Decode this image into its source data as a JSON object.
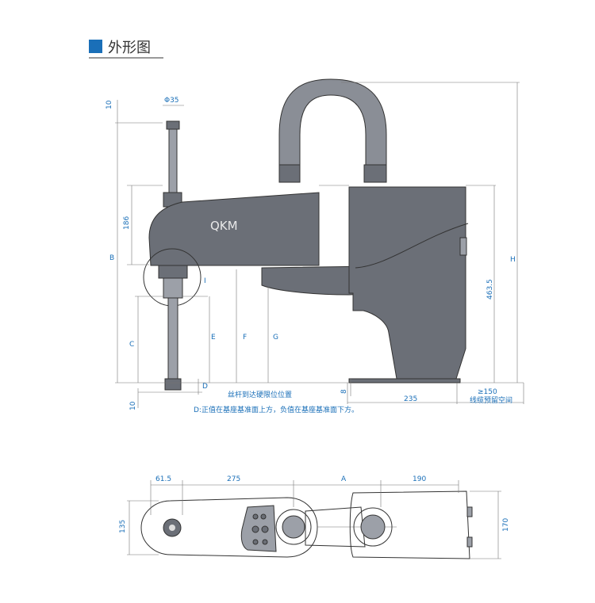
{
  "header": {
    "title": "外形图",
    "accent_color": "#1a6fb8"
  },
  "side_view": {
    "brand": "QKM",
    "dims": {
      "d10_top": "10",
      "phi35": "Φ35",
      "d186": "186",
      "B": "B",
      "C": "C",
      "E": "E",
      "F": "F",
      "G": "G",
      "D": "D",
      "I": "I",
      "H": "H",
      "d463_5": "463.5",
      "d8": "8",
      "d10_bottom": "10",
      "d235": "235",
      "d150": "≥150"
    },
    "notes": {
      "screw_limit": "丝杆到达硬限位位置",
      "cable_space": "线缆预留空间",
      "d_sign": "D:正值在基座基准面上方，负值在基座基准面下方。"
    }
  },
  "top_view": {
    "dims": {
      "d61_5": "61.5",
      "d275": "275",
      "A": "A",
      "d190": "190",
      "d135": "135",
      "d170": "170"
    }
  }
}
